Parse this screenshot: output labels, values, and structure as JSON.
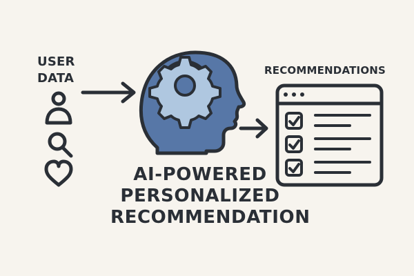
{
  "labels": {
    "user_data": [
      "USER",
      "DATA"
    ],
    "recommendations": "RECOMMENDATIONS",
    "title": [
      "AI-POWERED",
      "PERSONALIZED",
      "RECOMMENDATION"
    ]
  },
  "icons": {
    "user_data": [
      "user-icon",
      "search-icon",
      "heart-icon"
    ],
    "recommendation_list": "checklist-window-icon"
  },
  "recommendation_items": [
    {
      "checked": true
    },
    {
      "checked": true
    },
    {
      "checked": true
    }
  ],
  "colors": {
    "background": "#F7F4EE",
    "ink": "#2A2F36",
    "head_fill": "#5777A7",
    "gear_fill": "#AFC7E0"
  }
}
